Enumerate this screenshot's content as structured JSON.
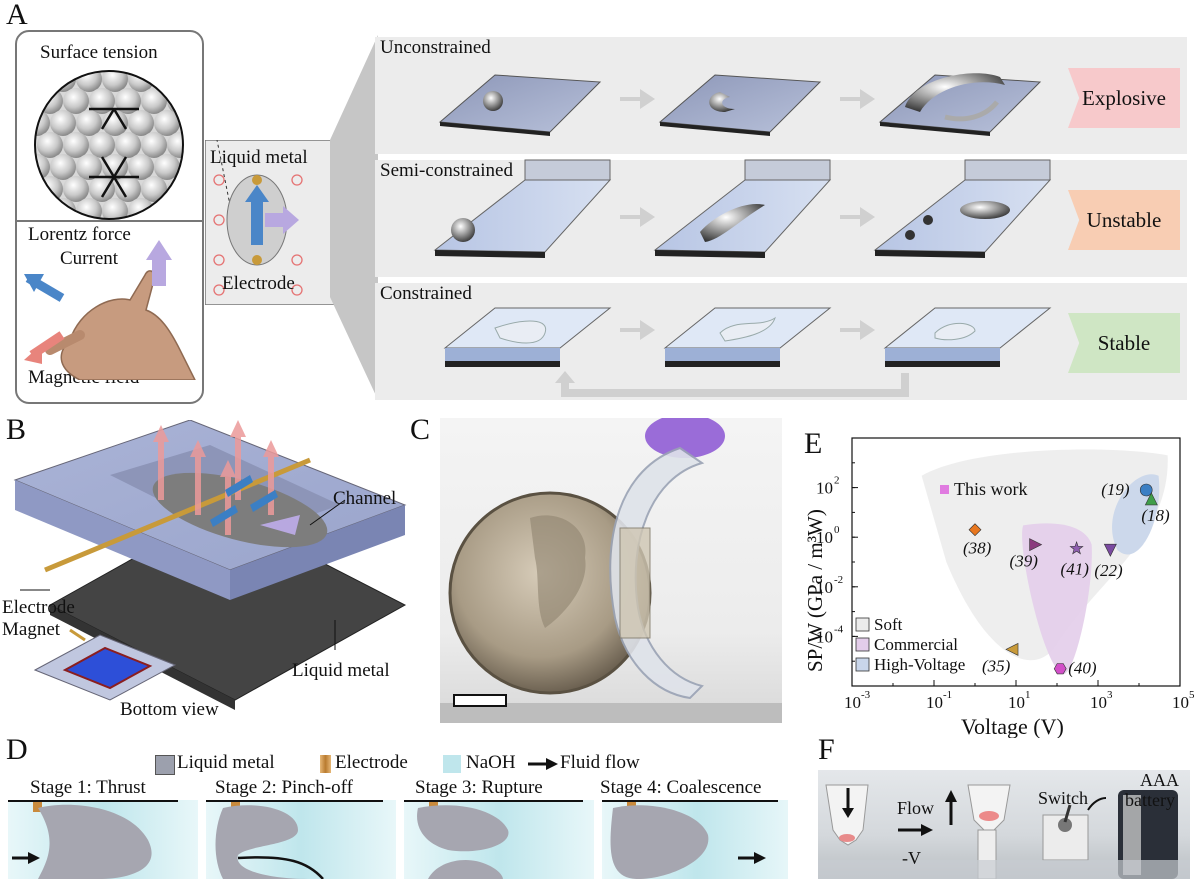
{
  "panels": {
    "a": "A",
    "b": "B",
    "c": "C",
    "d": "D",
    "e": "E",
    "f": "F"
  },
  "panel_a": {
    "surface_tension": "Surface tension",
    "lorentz_force": "Lorentz force",
    "current": "Current",
    "magnetic_field": "Magnetic field",
    "liquid_metal": "Liquid metal",
    "electrode": "Electrode",
    "rows": [
      {
        "label": "Unconstrained",
        "badge": "Explosive",
        "badge_color": "#f7c9cb"
      },
      {
        "label": "Semi-constrained",
        "badge": "Unstable",
        "badge_color": "#f8cdb3"
      },
      {
        "label": "Constrained",
        "badge": "Stable",
        "badge_color": "#cfe6c4"
      }
    ]
  },
  "panel_b": {
    "channel": "Channel",
    "electrode": "Electrode",
    "magnet": "Magnet",
    "liquid_metal": "Liquid metal",
    "bottom_view": "Bottom view"
  },
  "panel_d": {
    "legend": {
      "liquid_metal": "Liquid metal",
      "electrode": "Electrode",
      "naoh": "NaOH",
      "fluid_flow": "Fluid flow"
    },
    "stages": [
      "Stage 1: Thrust",
      "Stage 2: Pinch-off",
      "Stage 3: Rupture",
      "Stage 4: Coalescence"
    ]
  },
  "panel_f": {
    "flow": "Flow",
    "switch": "Switch",
    "battery_line1": "AAA",
    "battery_line2": "battery",
    "minus_v": "-V"
  },
  "chart_data": {
    "type": "scatter",
    "xlabel": "Voltage (V)",
    "ylabel": "SP/W (GPa / m³W)",
    "xscale": "log",
    "yscale": "log",
    "xlim": [
      0.001,
      100000
    ],
    "ylim": [
      1e-06,
      10000
    ],
    "xticks": [
      "10-3",
      "10-1",
      "101",
      "103",
      "105"
    ],
    "yticks": [
      "10-4",
      "10-2",
      "100",
      "102"
    ],
    "legend": [
      "Soft",
      "Commercial",
      "High-Voltage"
    ],
    "legend_colors": [
      "#ececec",
      "#e3cdea",
      "#c9d6ea"
    ],
    "this_work_label": "This work",
    "points": [
      {
        "label": "(38)",
        "x": 1,
        "y": 2,
        "marker": "diamond",
        "color": "#e8771f"
      },
      {
        "label": "(39)",
        "x": 30,
        "y": 0.5,
        "marker": "triangle-right",
        "color": "#8b3a7e"
      },
      {
        "label": "(41)",
        "x": 300,
        "y": 0.35,
        "marker": "star",
        "color": "#8f5fb0"
      },
      {
        "label": "(22)",
        "x": 2000,
        "y": 0.3,
        "marker": "triangle-down",
        "color": "#7a4aa0"
      },
      {
        "label": "(19)",
        "x": 15000,
        "y": 80,
        "marker": "circle",
        "color": "#3b7fc4"
      },
      {
        "label": "(18)",
        "x": 20000,
        "y": 35,
        "marker": "triangle-up",
        "color": "#3f9e4a"
      },
      {
        "label": "(35)",
        "x": 8,
        "y": 3e-05,
        "marker": "triangle-left",
        "color": "#c89a3a"
      },
      {
        "label": "(40)",
        "x": 120,
        "y": 5e-06,
        "marker": "hexagon",
        "color": "#d24fc8"
      }
    ]
  }
}
